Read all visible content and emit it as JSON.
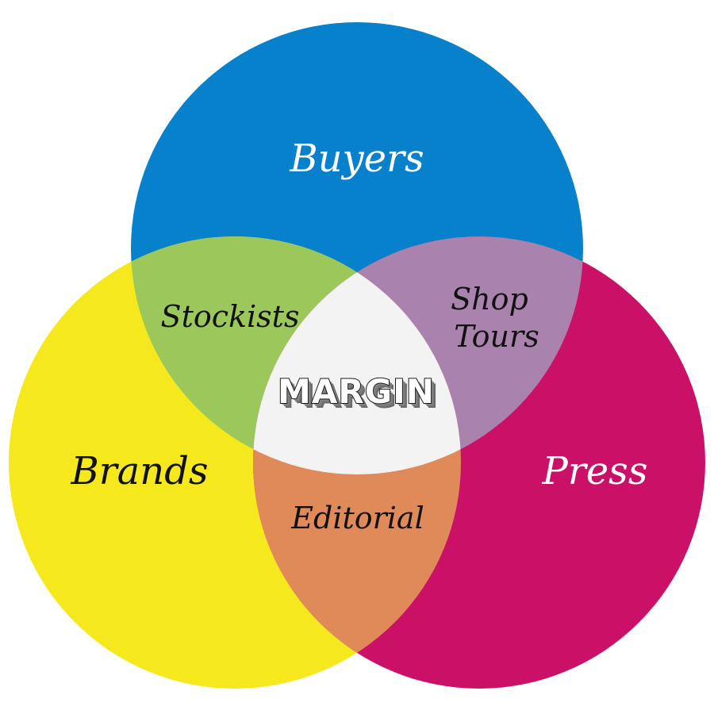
{
  "diagram": {
    "type": "venn",
    "sets": [
      {
        "id": "buyers",
        "label": "Buyers",
        "color": "#0781cc",
        "text_color": "#ffffff"
      },
      {
        "id": "brands",
        "label": "Brands",
        "color": "#f5e81c",
        "text_color": "#111111"
      },
      {
        "id": "press",
        "label": "Press",
        "color": "#cb1067",
        "text_color": "#ffffff"
      }
    ],
    "intersections": [
      {
        "id": "buyers-brands",
        "label": "Stockists",
        "color": "#9cc85b"
      },
      {
        "id": "buyers-press",
        "label_line1": "Shop",
        "label_line2": "Tours",
        "color": "#a983ad"
      },
      {
        "id": "brands-press",
        "label": "Editorial",
        "color": "#df8a58"
      },
      {
        "id": "center",
        "label": "MARGIN",
        "color": "#f3f3f3"
      }
    ]
  }
}
